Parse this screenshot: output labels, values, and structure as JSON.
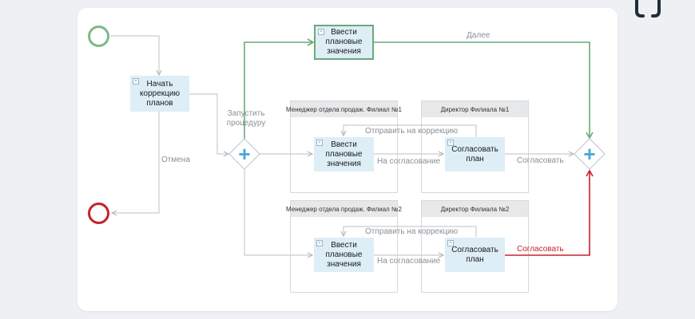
{
  "diagram": {
    "tasks": {
      "start_correction": "Начать коррекцию планов",
      "enter_values_top": "Ввести плановые значения",
      "enter_values_b1": "Ввести плановые значения",
      "approve_b1": "Согласовать план",
      "enter_values_b2": "Ввести плановые значения",
      "approve_b2": "Согласовать план"
    },
    "lanes": {
      "manager_b1": "Менеджер отдела продаж. Филиал №1",
      "director_b1": "Директор Филиала №1",
      "manager_b2": "Менеджер отдела продаж. Филиал №2",
      "director_b2": "Директор Филиала №2"
    },
    "flow_labels": {
      "launch_procedure": "Запустить процедуру",
      "cancel": "Отмена",
      "next": "Далее",
      "send_for_correction_1": "Отправить на коррекцию",
      "for_approval_1": "На согласование",
      "approve_1": "Согласовать",
      "send_for_correction_2": "Отправить на коррекцию",
      "for_approval_2": "На согласование",
      "approve_2": "Согласовать"
    },
    "gateway_symbol": "+",
    "colors": {
      "start_event": "#7cba85",
      "end_event": "#c8202c",
      "highlight_flow": "#6aa97a",
      "error_flow": "#c8202c",
      "task_fill": "#ddeef6",
      "gateway_plus": "#4aa8d8",
      "neutral_flow": "#c9ccd0"
    },
    "icons": [
      "user-task-icon",
      "parallel-gateway-icon",
      "logo-icon"
    ]
  }
}
